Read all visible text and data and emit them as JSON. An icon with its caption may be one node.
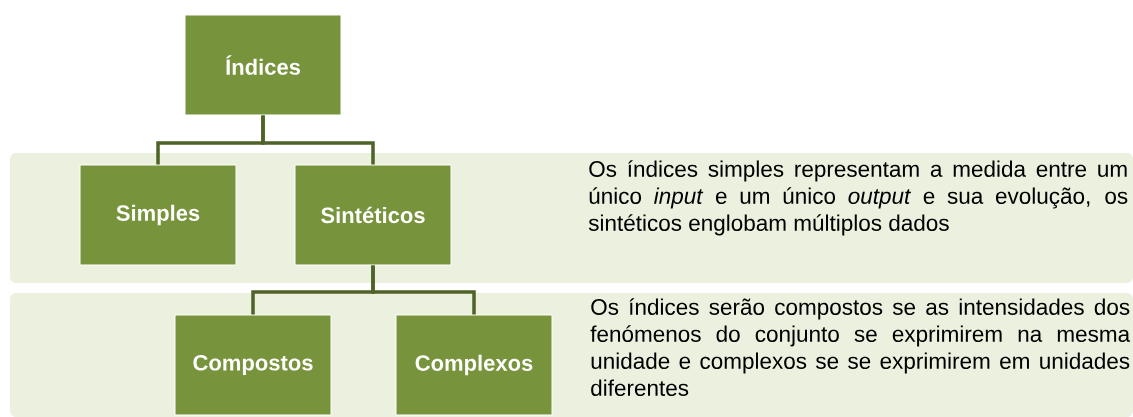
{
  "diagram": {
    "nodes": [
      {
        "text": [
          "Índices"
        ]
      },
      {
        "text": [
          "Os índices simples representam a medida entre um único *input* e um único *output* e sua evolução, os sintéticos englobam múltiplos dados"
        ]
      },
      {
        "text": [
          "Simples"
        ],
        "in": 1
      },
      {
        "text": [
          "Sintéticos"
        ],
        "in": 1
      },
      {
        "text": [
          "Os índices serão compostos se as intensidades dos fenómenos do conjunto se exprimirem na mesma unidade e complexos se se exprimirem em unidades diferentes"
        ]
      },
      {
        "text": [
          "Compostos"
        ],
        "in": 4
      },
      {
        "text": [
          "Complexos"
        ],
        "in": 4
      }
    ],
    "edges": [
      {
        "from": 0,
        "to": 2,
        "arrow": "none"
      },
      {
        "from": 0,
        "to": 3,
        "arrow": "none"
      },
      {
        "from": 3,
        "to": 5,
        "arrow": "none"
      },
      {
        "from": 3,
        "to": 6,
        "arrow": "none"
      }
    ]
  }
}
